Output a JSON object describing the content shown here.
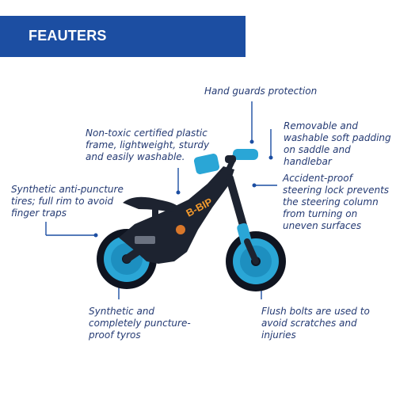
{
  "header": {
    "title": "FEAUTERS"
  },
  "features": {
    "hand_guards": "Hand guards protection",
    "removable_padding": "Removable and washable soft padding on saddle and handlebar",
    "frame": "Non-toxic certified plastic frame, lightweight, sturdy and easily washable.",
    "steering_lock": "Accident-proof steering lock prevents the steering column from turning on uneven surfaces",
    "tires": "Synthetic anti-puncture tires; full rim to avoid finger traps",
    "tyros": "Synthetic and completely puncture-proof tyros",
    "bolts": "Flush bolts are used to avoid scratches and injuries"
  },
  "product": {
    "logo_text": "B-BIP"
  },
  "colors": {
    "banner": "#1c4ea2",
    "callout_text": "#243a73",
    "leader_line": "#1c4ea2",
    "bike_frame": "#1d2330",
    "bike_accent": "#2aa6d6",
    "bike_tire": "#0f1420"
  }
}
